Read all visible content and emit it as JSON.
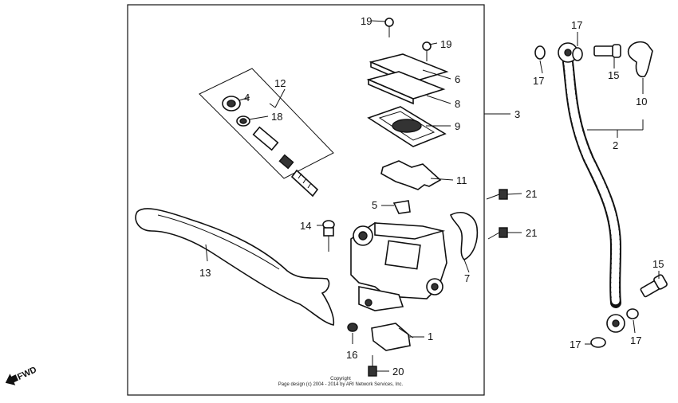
{
  "callouts": {
    "c1": "1",
    "c2": "2",
    "c3": "3",
    "c4": "4",
    "c5": "5",
    "c6": "6",
    "c7": "7",
    "c8": "8",
    "c9": "9",
    "c10": "10",
    "c11": "11",
    "c12": "12",
    "c13": "13",
    "c14": "14",
    "c15a": "15",
    "c15b": "15",
    "c16": "16",
    "c17a": "17",
    "c17b": "17",
    "c17c": "17",
    "c17d": "17",
    "c18": "18",
    "c19a": "19",
    "c19b": "19",
    "c20": "20",
    "c21a": "21",
    "c21b": "21"
  },
  "copyright": {
    "line1": "Copyright",
    "line2": "Page design (c) 2004 - 2014 by ARI Network Services, Inc."
  },
  "fwd_label": "FWD"
}
